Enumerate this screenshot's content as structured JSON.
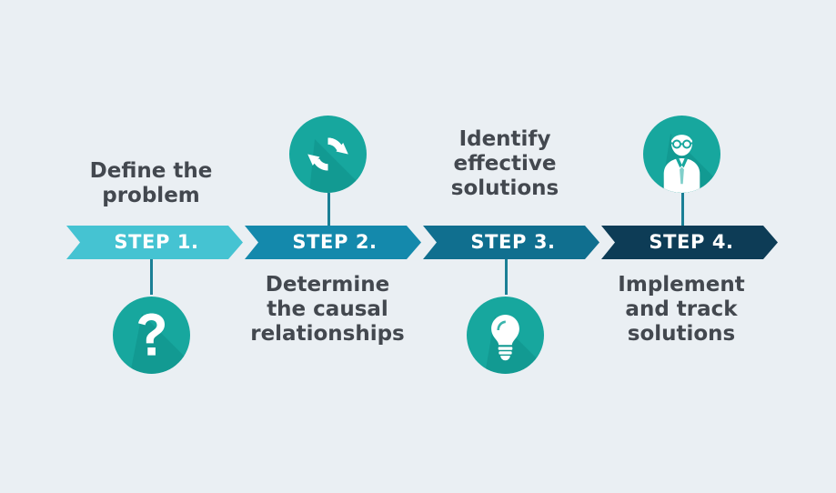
{
  "background_color": "#eaeff3",
  "band": {
    "steps": [
      {
        "id": "step-1",
        "label": "STEP 1.",
        "color": "#45c3d2"
      },
      {
        "id": "step-2",
        "label": "STEP 2.",
        "color": "#1489ac"
      },
      {
        "id": "step-3",
        "label": "STEP 3.",
        "color": "#106f8f"
      },
      {
        "id": "step-4",
        "label": "STEP 4.",
        "color": "#0d3c56"
      }
    ]
  },
  "captions": [
    {
      "id": "caption-1",
      "text": "Define the\nproblem",
      "position": "above"
    },
    {
      "id": "caption-2",
      "text": "Determine\nthe causal\nrelationships",
      "position": "below"
    },
    {
      "id": "caption-3",
      "text": "Identify\neffective\nsolutions",
      "position": "above"
    },
    {
      "id": "caption-4",
      "text": "Implement\nand track\nsolutions",
      "position": "below"
    }
  ],
  "icons": [
    {
      "id": "icon-1",
      "name": "question-mark-icon",
      "position": "below",
      "circle_color": "#17a79e"
    },
    {
      "id": "icon-2",
      "name": "refresh-cycle-icon",
      "position": "above",
      "circle_color": "#17a79e"
    },
    {
      "id": "icon-3",
      "name": "lightbulb-icon",
      "position": "below",
      "circle_color": "#17a79e"
    },
    {
      "id": "icon-4",
      "name": "person-with-glasses-icon",
      "position": "above",
      "circle_color": "#17a79e"
    }
  ],
  "text_color": "#43484f",
  "connector_color": "#1b7f95"
}
